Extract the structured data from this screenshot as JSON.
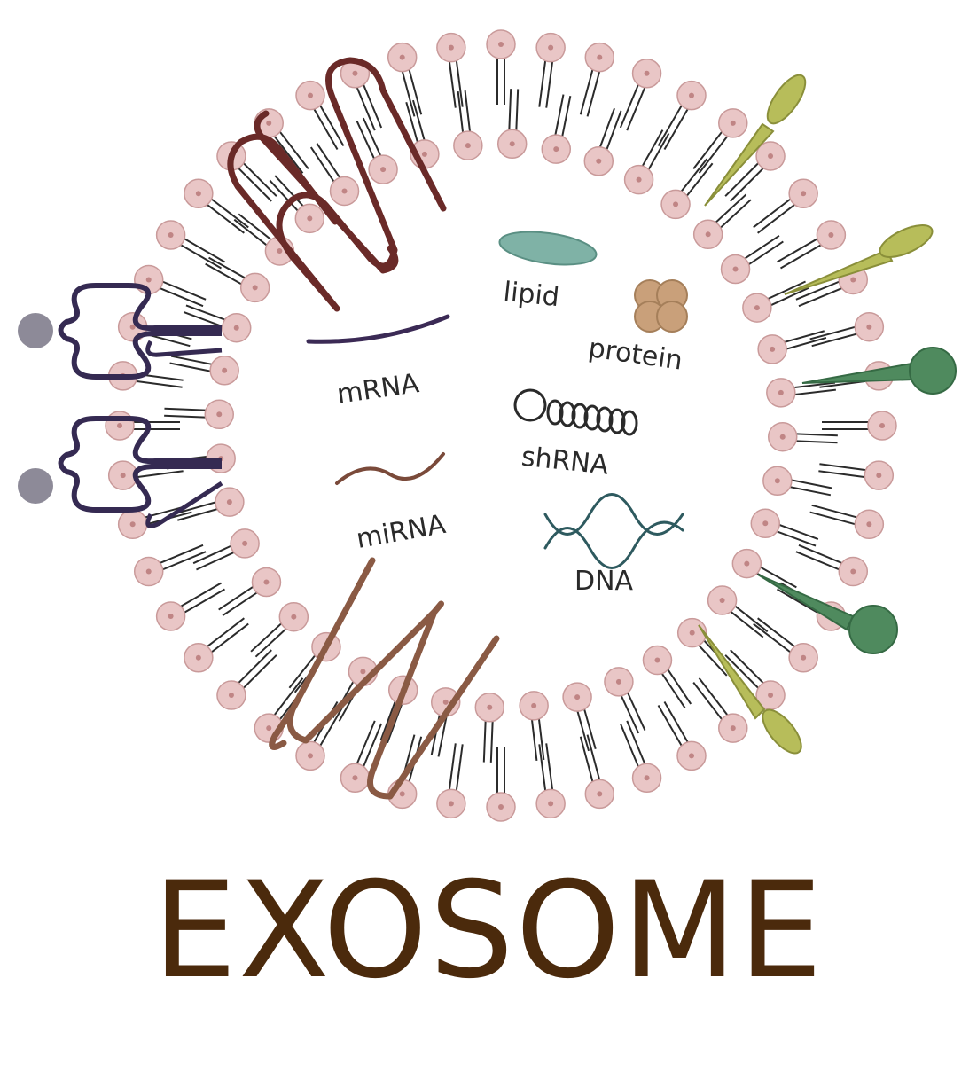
{
  "title": "EXOSOME",
  "cargo": {
    "lipid": "lipid",
    "protein": "protein",
    "mrna": "mRNA",
    "shrna": "shRNA",
    "mirna": "miRNA",
    "dna": "DNA"
  },
  "colors": {
    "title": "#4b2a0c",
    "lipid_head": "#e9c6c6",
    "lipid_tail": "#2b2b2b",
    "lipid_cargo": "#7fb2a6",
    "protein_cargo": "#c9a07a",
    "dna": "#2e5a5f",
    "mrna": "#3b2a55",
    "mirna": "#7a4a3a",
    "receptor": "#352a52",
    "receptor_ligand": "#8d8a98",
    "transmembrane_top": "#6a2a28",
    "transmembrane_bottom": "#8a5a44",
    "spike_olive": "#b7bd5a",
    "spike_green": "#4f8a5e"
  },
  "icons": [
    "lipid-bilayer",
    "transmembrane-protein",
    "receptor-protein",
    "olive-surface-protein",
    "green-surface-protein",
    "lipid-icon",
    "protein-cluster-icon",
    "mrna-strand-icon",
    "shrna-coil-icon",
    "mirna-strand-icon",
    "dna-helix-icon"
  ]
}
